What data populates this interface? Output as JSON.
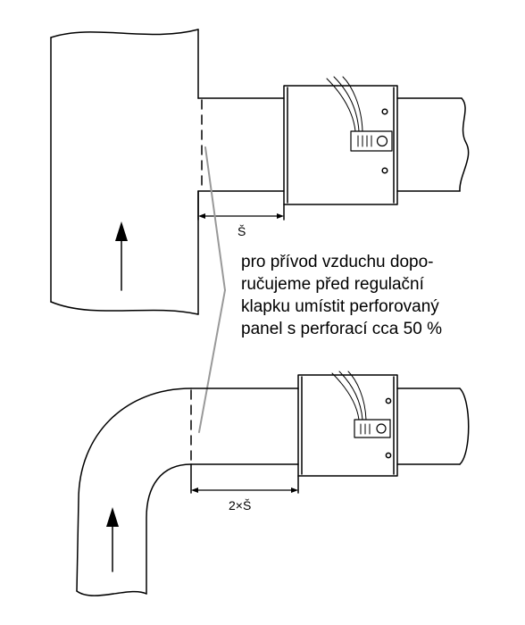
{
  "dimensions": {
    "top": "Š",
    "bottom": "2×Š"
  },
  "note": {
    "lines": [
      "pro přívod vzduchu dopo-",
      "ručujeme před regulační",
      "klapku umístit perforovaný",
      "panel s perforací cca 50 %"
    ]
  },
  "colors": {
    "line": "#000000",
    "leader": "#999999"
  }
}
